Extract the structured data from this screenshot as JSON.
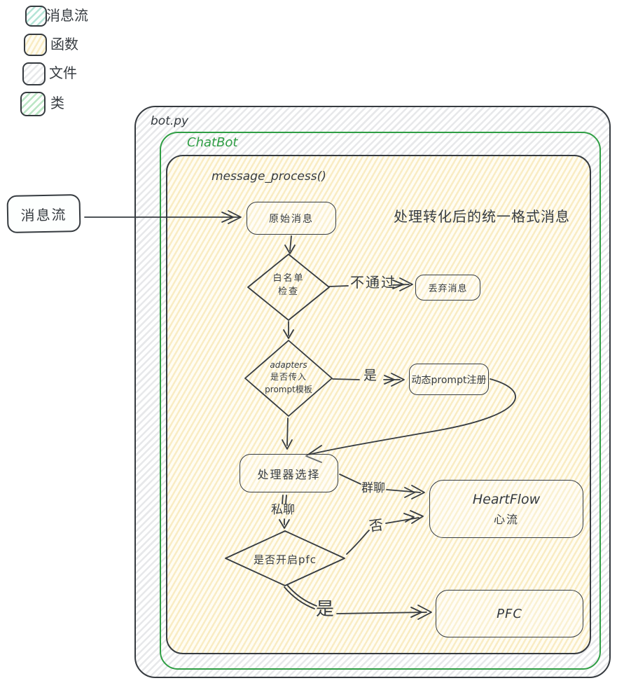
{
  "legend": {
    "items": [
      {
        "label": "消息流",
        "swatch": "message-stream-teal"
      },
      {
        "label": "函数",
        "swatch": "function-yellow"
      },
      {
        "label": "文件",
        "swatch": "file-gray"
      },
      {
        "label": "类",
        "swatch": "class-green"
      }
    ]
  },
  "source": {
    "label": "消息流"
  },
  "containers": {
    "file_label": "bot.py",
    "class_label": "ChatBot",
    "function_label": "message_process()"
  },
  "annotation": "处理转化后的统一格式消息",
  "nodes": {
    "raw_message": "原始消息",
    "whitelist_line1": "白名单",
    "whitelist_line2": "检查",
    "discard": "丢弃消息",
    "adapters_line1": "adapters",
    "adapters_line2": "是否传入",
    "adapters_line3": "prompt模板",
    "dynamic_prompt": "动态prompt注册",
    "processor_select": "处理器选择",
    "pfc_check": "是否开启pfc",
    "heartflow_line1": "HeartFlow",
    "heartflow_line2": "心流",
    "pfc": "PFC"
  },
  "edges": {
    "fail": "不通过",
    "yes_prompt": "是",
    "group_chat": "群聊",
    "private_chat": "私聊",
    "no_pfc": "否",
    "yes_pfc": "是"
  },
  "colors": {
    "stroke": "#363b40",
    "class_border_green": "#2f9e44",
    "message_stream_teal": "#4dbea0",
    "function_yellow": "#ecc557",
    "file_gray": "#868e96",
    "class_green": "#55be6e"
  }
}
